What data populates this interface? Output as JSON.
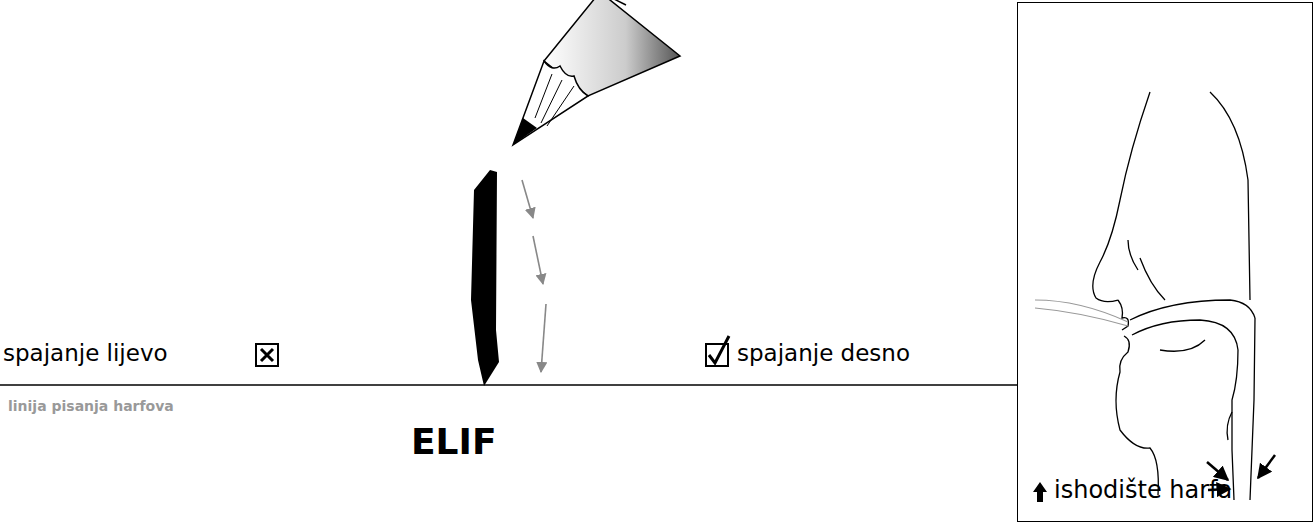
{
  "diagram": {
    "nodes": [
      {
        "text": [
          "ishodište harfa"
        ]
      }
    ],
    "labels": [
      "spajanje lijevo",
      "spajanje desno",
      "linija pisanja harfova",
      "ELIF"
    ]
  }
}
